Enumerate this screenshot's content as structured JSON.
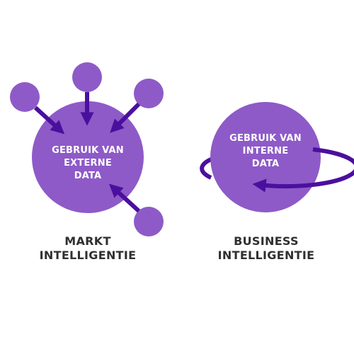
{
  "colors": {
    "node": "#8e5ac8",
    "arrow": "#4b0f9e",
    "caption": "#2f2f2f",
    "label": "#ffffff"
  },
  "left": {
    "circle_label": [
      "GEBRUIK VAN",
      "EXTERNE",
      "DATA"
    ],
    "caption": [
      "MARKT",
      "INTELLIGENTIE"
    ]
  },
  "right": {
    "circle_label": [
      "GEBRUIK VAN",
      "INTERNE",
      "DATA"
    ],
    "caption": [
      "BUSINESS",
      "INTELLIGENTIE"
    ]
  }
}
